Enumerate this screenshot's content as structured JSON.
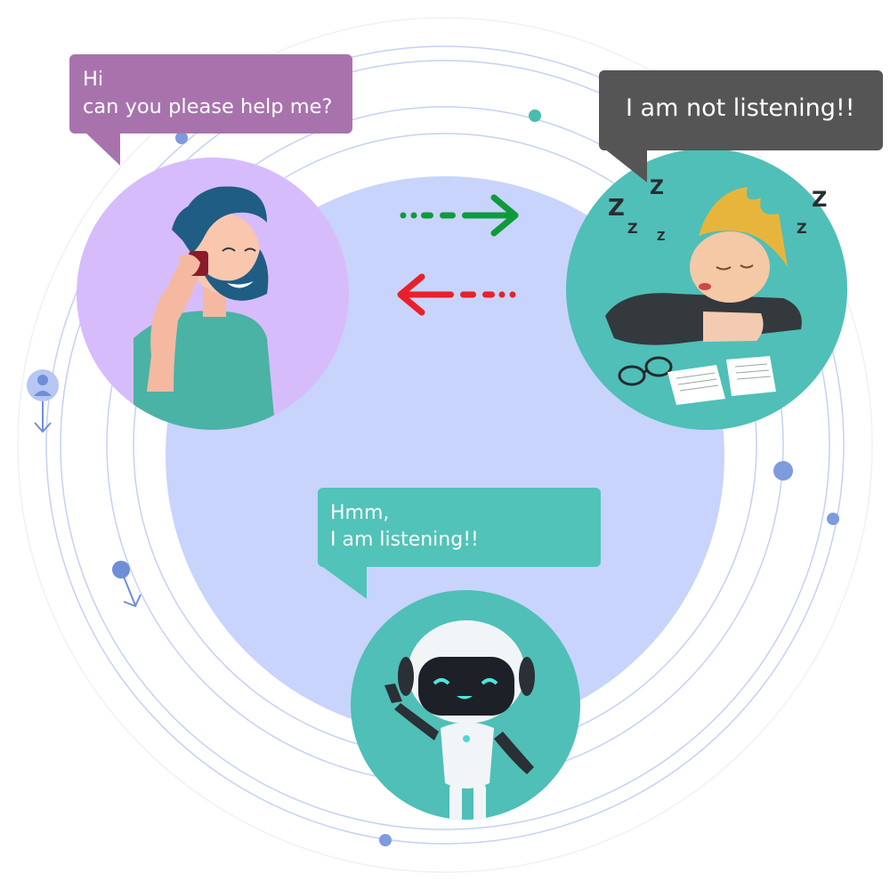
{
  "customer_bubble": {
    "lines": [
      "Hi",
      "can you please help me?"
    ],
    "color": "#a873ad"
  },
  "agent_bubble": {
    "text": "I am not listening!!",
    "color": "#555555"
  },
  "bot_bubble": {
    "lines": [
      "Hmm,",
      "I am listening!!"
    ],
    "color": "#51c3b8"
  },
  "arrows": [
    {
      "name": "customer-to-agent-arrow",
      "direction": "right",
      "color": "#0f9a3c"
    },
    {
      "name": "agent-to-customer-arrow",
      "direction": "left",
      "color": "#e8202c"
    }
  ],
  "colors": {
    "center_circle": "#c8d4fb",
    "orbit_lines": "#b7c5f2",
    "customer_circle": "#d7bcfb",
    "agent_circle": "#4fbfb8",
    "bot_circle": "#4fbfb8",
    "dots": "#7d9bdd"
  },
  "icons": [
    "customer-illustration",
    "sleeping-agent-illustration",
    "robot-illustration",
    "user-pin-icon",
    "location-pin-icon"
  ]
}
